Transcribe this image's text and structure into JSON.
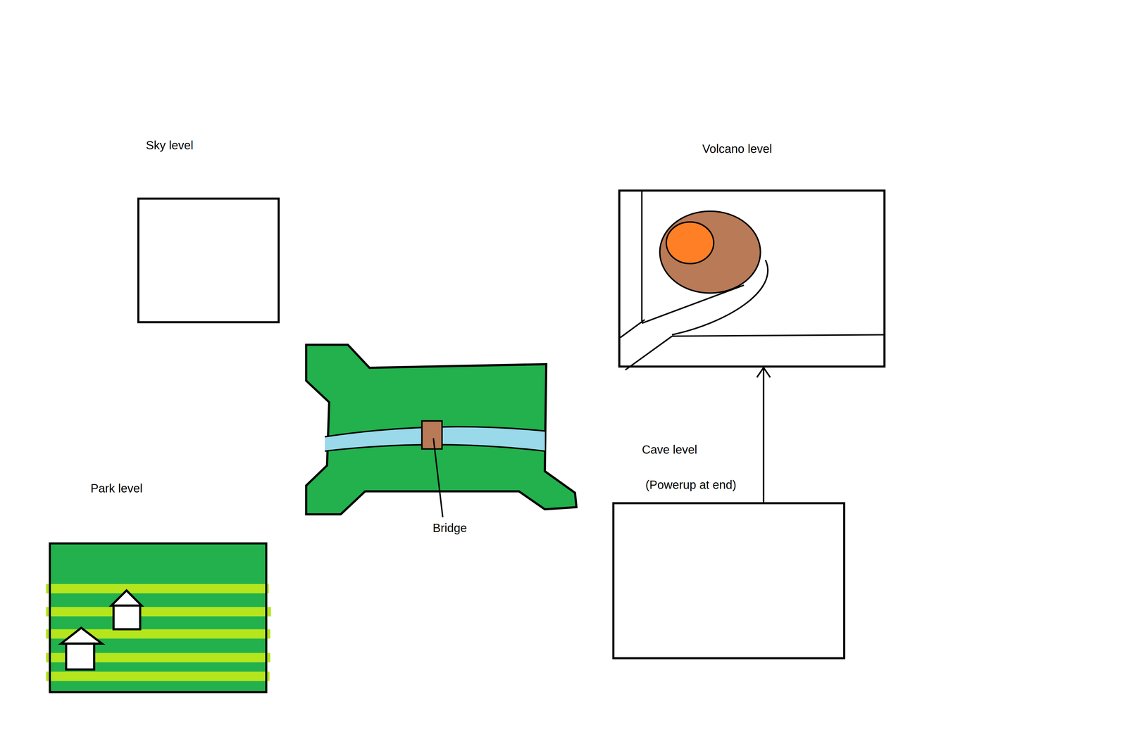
{
  "diagram": {
    "nodes": [
      {
        "text": [
          "Sky level"
        ]
      },
      {
        "text": [
          "Volcano level"
        ]
      },
      {
        "text": [
          "Cave level",
          "(Powerup at end)"
        ]
      },
      {
        "text": [
          "Park level"
        ]
      }
    ],
    "edges": [
      {
        "from": 2,
        "to": 1,
        "arrow": "to"
      }
    ],
    "labels": [
      "Bridge"
    ]
  }
}
